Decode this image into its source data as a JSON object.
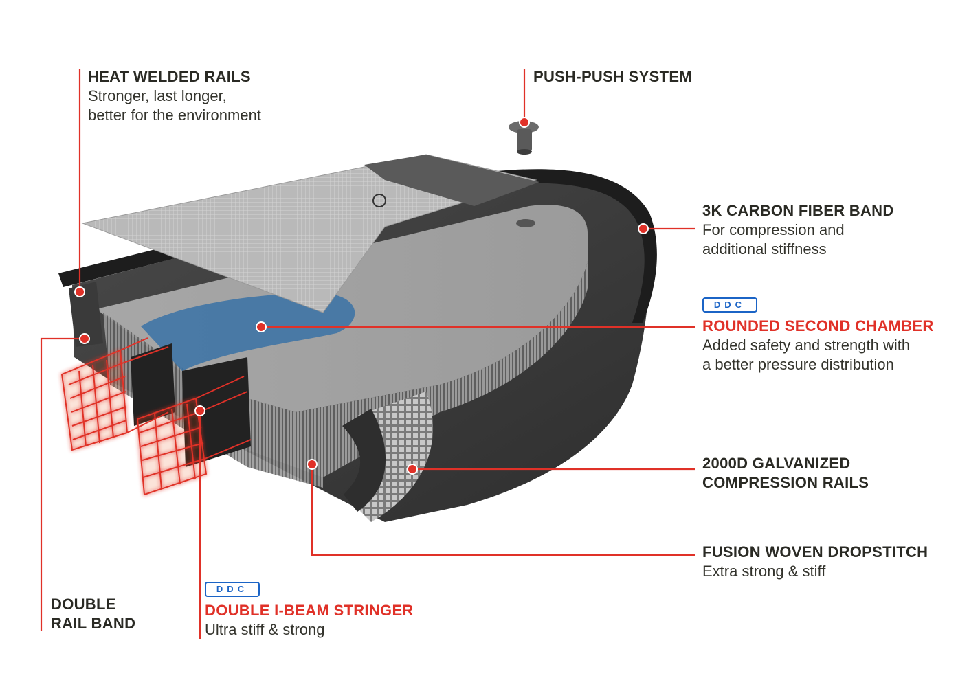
{
  "colors": {
    "accent": "#e03128",
    "text": "#2a2a24",
    "ddc_blue": "#1b64c6"
  },
  "callouts": {
    "heat_welded": {
      "title": "HEAT WELDED RAILS",
      "desc1": "Stronger, last longer,",
      "desc2": "better for the environment"
    },
    "push_push": {
      "title": "PUSH-PUSH SYSTEM"
    },
    "carbon": {
      "title": "3K CARBON FIBER BAND",
      "desc1": "For compression and",
      "desc2": "additional stiffness"
    },
    "second_chamber": {
      "badge": "DDC",
      "title": "ROUNDED SECOND CHAMBER",
      "desc1": "Added safety and strength with",
      "desc2": "a better pressure distribution"
    },
    "galvanized": {
      "title1": "2000D GALVANIZED",
      "title2": "COMPRESSION RAILS"
    },
    "fusion": {
      "title": "FUSION WOVEN DROPSTITCH",
      "desc1": "Extra strong & stiff"
    },
    "double_rail": {
      "title1": "DOUBLE",
      "title2": "RAIL BAND"
    },
    "stringer": {
      "badge": "DDC",
      "title": "DOUBLE I-BEAM STRINGER",
      "desc1": "Ultra stiff & strong"
    }
  }
}
